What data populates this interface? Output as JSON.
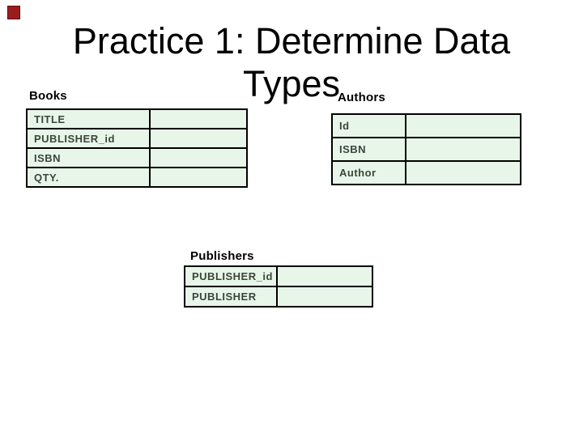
{
  "slide": {
    "title": {
      "line1": "Practice 1: Determine Data",
      "line2": "Types"
    }
  },
  "decorations": {
    "corner_square": "dark-red-square"
  },
  "colors": {
    "background": "#ffffff",
    "title_text": "#000000",
    "cell_fill": "#e7f6e8",
    "table_border": "#000000",
    "cell_text": "#3b453b",
    "corner_square": "#9a1d1d"
  },
  "tables": {
    "books": {
      "label": "Books",
      "rows": [
        {
          "field": "TITLE",
          "value": ""
        },
        {
          "field": "PUBLISHER_id",
          "value": ""
        },
        {
          "field": "ISBN",
          "value": ""
        },
        {
          "field": "QTY.",
          "value": ""
        }
      ]
    },
    "authors": {
      "label": "Authors",
      "rows": [
        {
          "field": "Id",
          "value": ""
        },
        {
          "field": "ISBN",
          "value": ""
        },
        {
          "field": "Author",
          "value": ""
        }
      ]
    },
    "publishers": {
      "label": "Publishers",
      "rows": [
        {
          "field": "PUBLISHER_id",
          "value": ""
        },
        {
          "field": "PUBLISHER",
          "value": ""
        }
      ]
    }
  }
}
